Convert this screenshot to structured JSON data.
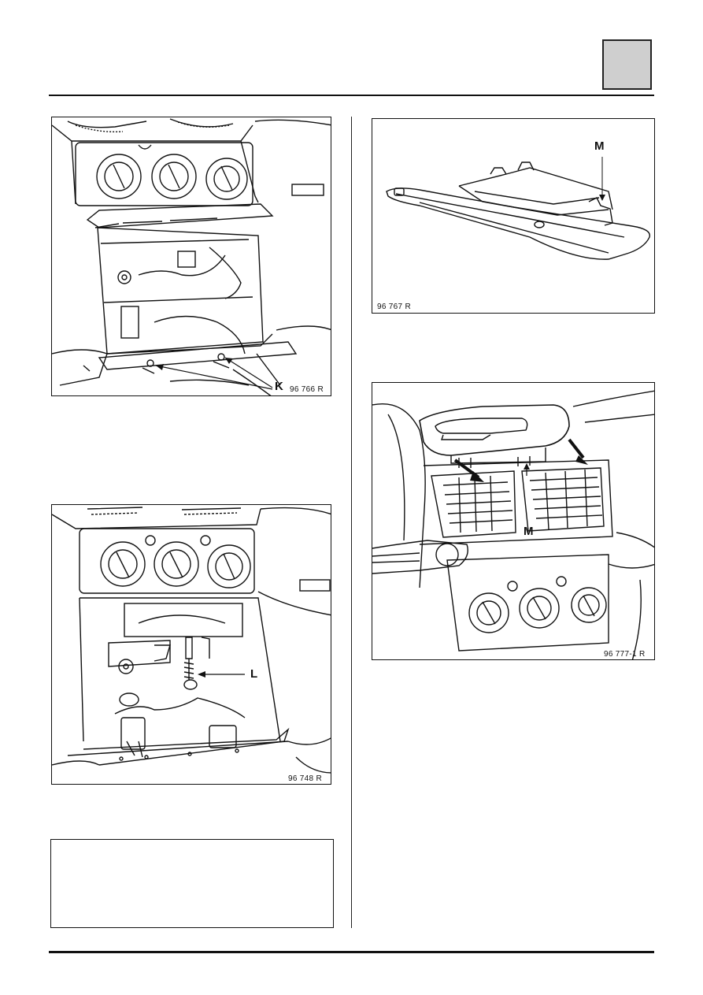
{
  "figures": {
    "fig1": {
      "ref": "96 766 R",
      "callout": "K"
    },
    "fig2": {
      "ref": "96 767 R",
      "callout": "M"
    },
    "fig3": {
      "ref": "96 748  R",
      "callout": "L"
    },
    "fig4": {
      "ref": "96 777-1 R",
      "callout": "M"
    }
  }
}
